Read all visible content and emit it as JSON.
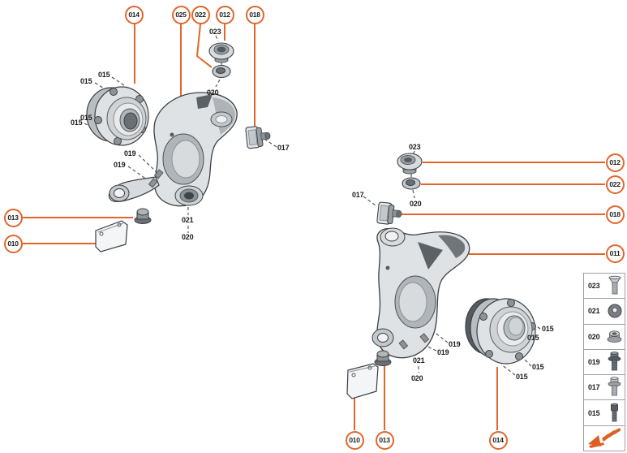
{
  "accent_color": "#E2662B",
  "logo_color": "#DD5F26",
  "callouts": [
    {
      "label": "014"
    },
    {
      "label": "025"
    },
    {
      "label": "022"
    },
    {
      "label": "012"
    },
    {
      "label": "018"
    },
    {
      "label": "013"
    },
    {
      "label": "010"
    },
    {
      "label": "012"
    },
    {
      "label": "022"
    },
    {
      "label": "018"
    },
    {
      "label": "011"
    },
    {
      "label": "010"
    },
    {
      "label": "013"
    },
    {
      "label": "014"
    }
  ],
  "part_labels": [
    {
      "text": "015"
    },
    {
      "text": "015"
    },
    {
      "text": "015"
    },
    {
      "text": "015"
    },
    {
      "text": "019"
    },
    {
      "text": "019"
    },
    {
      "text": "023"
    },
    {
      "text": "020"
    },
    {
      "text": "017"
    },
    {
      "text": "021"
    },
    {
      "text": "020"
    },
    {
      "text": "023"
    },
    {
      "text": "020"
    },
    {
      "text": "017"
    },
    {
      "text": "019"
    },
    {
      "text": "019"
    },
    {
      "text": "021"
    },
    {
      "text": "020"
    },
    {
      "text": "015"
    },
    {
      "text": "015"
    },
    {
      "text": "015"
    },
    {
      "text": "015"
    }
  ],
  "legend": {
    "rows": [
      {
        "id": "023",
        "icon": "countersunk-screw-icon"
      },
      {
        "id": "021",
        "icon": "washer-icon"
      },
      {
        "id": "020",
        "icon": "flange-nut-icon"
      },
      {
        "id": "019",
        "icon": "flange-bolt-icon"
      },
      {
        "id": "017",
        "icon": "flange-bolt-icon"
      },
      {
        "id": "015",
        "icon": "cylinder-bolt-icon"
      }
    ],
    "logo_icon": "orange-arrow-logo"
  }
}
